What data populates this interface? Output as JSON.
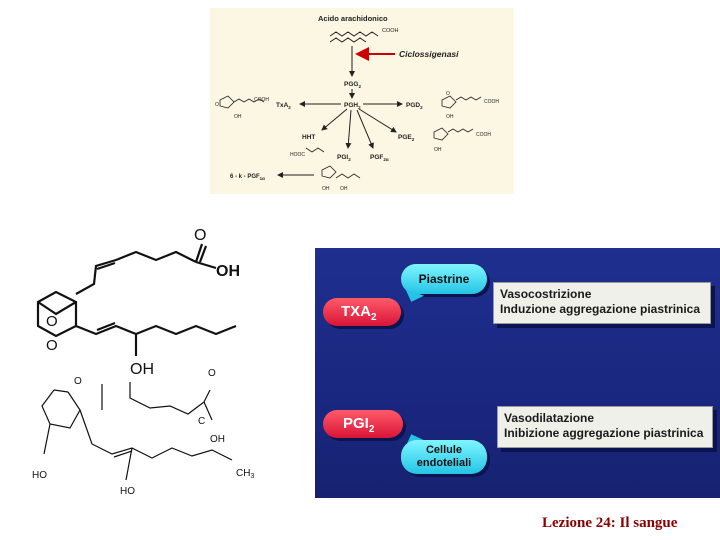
{
  "pathway": {
    "substrate": "Acido arachidonico",
    "substrate_group": "COOH",
    "enzyme": "Ciclossigenasi",
    "pgg2": "PGG",
    "pgg2_sub": "2",
    "pgh2": "PGH",
    "pgh2_sub": "2",
    "txa2": "TxA",
    "txa2_sub": "2",
    "pgd2": "PGD",
    "pgd2_sub": "2",
    "hht": "HHT",
    "pge2": "PGE",
    "pge2_sub": "2",
    "pgi2": "PGI",
    "pgi2_sub": "2",
    "pgf2a": "PGF",
    "pgf2a_sub": "2α",
    "keto": "6 - k - PGF",
    "keto_sub": "1α",
    "cooh_a": "COOH",
    "cooh_b": "COOH",
    "cooh_c": "COOH",
    "hooc": "HOOC",
    "oh_a": "OH",
    "oh_b": "OH",
    "oh_c": "OH",
    "oh_d": "OH",
    "oh_e": "OH",
    "o_a": "O",
    "o_b": "O"
  },
  "structure_tx": {
    "carbonyl_o": "O",
    "acid_oh": "OH",
    "ring_o1": "O",
    "ring_o2": "O",
    "side_oh": "OH"
  },
  "structure_pg": {
    "o_left": "O",
    "o_right": "O",
    "c_label": "C",
    "oh_acid": "OH",
    "ho_ring": "HO",
    "ch3": "CH",
    "ch3_sub": "3",
    "ho_chain": "HO"
  },
  "panel": {
    "platelets": "Piastrine",
    "txa2_main": "TXA",
    "txa2_sub": "2",
    "txa2_effect_1": "Vasocostrizione",
    "txa2_effect_2": "Induzione aggregazione piastrinica",
    "pgi2_main": "PGI",
    "pgi2_sub": "2",
    "pgi2_effect_1": "Vasodilatazione",
    "pgi2_effect_2": "Inibizione aggregazione piastrinica",
    "endothelial_1": "Cellule",
    "endothelial_2": "endoteliali"
  },
  "footer": "Lezione 24: Il sangue",
  "colors": {
    "panel_blue": "#1c2a88",
    "pill_cyan": "#24c4e6",
    "pill_red": "#d91436",
    "enzyme_arrow": "#cc0000",
    "footer": "#8b0000"
  }
}
